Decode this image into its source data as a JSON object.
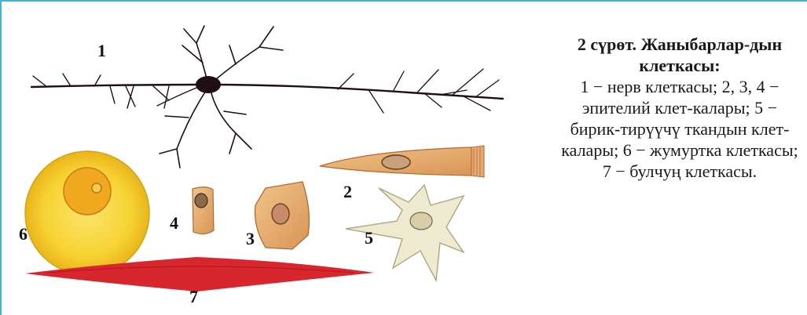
{
  "figure": {
    "caption_title": "2 сүрөт. Жаныбарлар-дын клеткасы:",
    "caption_body": "1 − нерв клеткасы; 2, 3, 4 − эпителий клет-калары; 5 − бирик-тирүүчү ткандын клет-калары; 6 − жумуртка клеткасы; 7 − булчуң  клеткасы.",
    "labels": {
      "nerve": "1",
      "epithelial_long": "2",
      "epithelial_round": "3",
      "epithelial_small": "4",
      "connective": "5",
      "egg": "6",
      "muscle": "7"
    }
  },
  "colors": {
    "frame": "#3ab7e0",
    "nerve": "#1f0f12",
    "egg_outer": "#f6cc1a",
    "egg_inner": "#e8a21a",
    "epithelial": "#e4a865",
    "connective": "#eeead0",
    "muscle": "#d8262e"
  }
}
